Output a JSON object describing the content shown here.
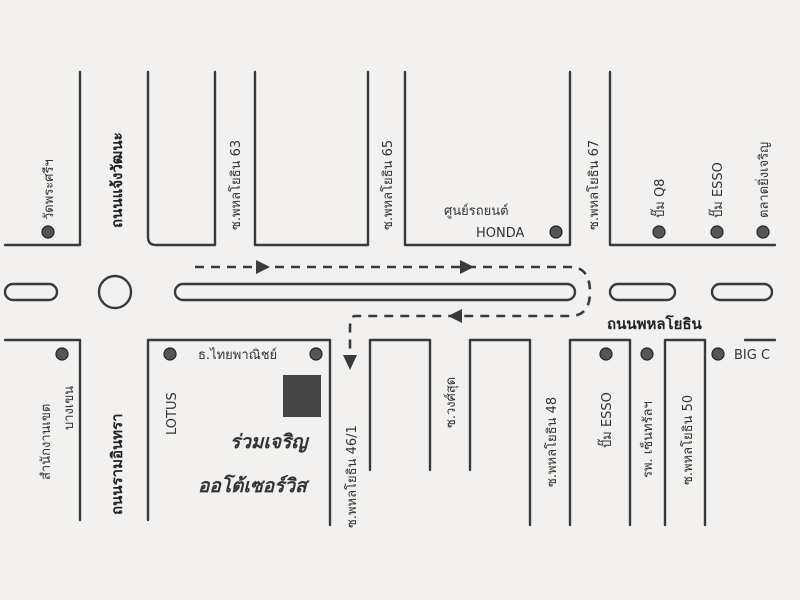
{
  "roads": {
    "main_road": "ถนนพหลโยธิน",
    "cross_road_north": "ถนนแจ้งวัฒนะ",
    "cross_road_south": "ถนนรามอินทรา",
    "soi_63": "ซ.พหลโยธิน 63",
    "soi_65": "ซ.พหลโยธิน 65",
    "soi_67": "ซ.พหลโยธิน 67",
    "soi_46_1": "ซ.พหลโยธิน 46/1",
    "soi_wongsut": "ซ.วงศ์สุด",
    "soi_48": "ซ.พหลโยธิน 48",
    "soi_50": "ซ.พหลโยธิน 50"
  },
  "landmarks": {
    "wat": "วัดพระศรีฯ",
    "district_office": "สำนักงานเขต",
    "district_name": "บางเขน",
    "lotus": "LOTUS",
    "bank": "ธ.ไทยพาณิชย์",
    "honda_th": "ศูนย์รถยนต์",
    "honda_en": "HONDA",
    "q8": "ปั๊ม Q8",
    "esso_north": "ปั๊ม ESSO",
    "market": "ตลาดยิ่งเจริญ",
    "esso_south": "ปั๊ม ESSO",
    "hospital": "รพ. เซ็นทรัลฯ",
    "bigc": "BIG C"
  },
  "shop": {
    "name_line1": "ร่วมเจริญ",
    "name_line2": "ออโต้เซอร์วิส"
  },
  "colors": {
    "background": "#f2f1ef",
    "ink": "#3a3a3a",
    "shop_block": "#444444"
  }
}
